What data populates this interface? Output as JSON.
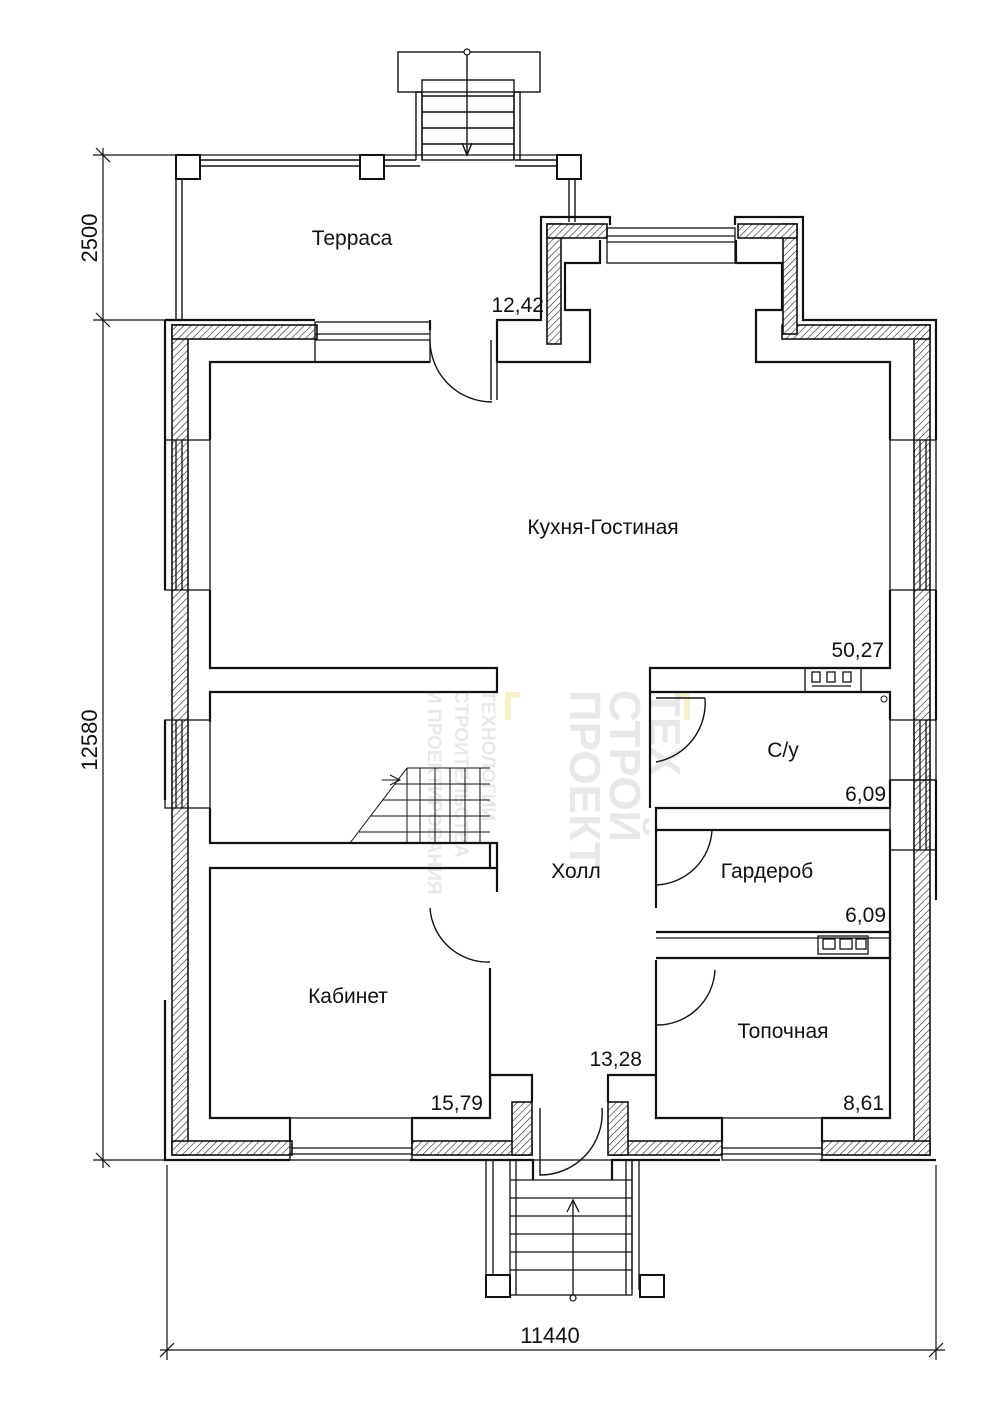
{
  "dimensions": {
    "width_total": "11440",
    "height_total": "12580",
    "terrace_depth": "2500"
  },
  "rooms": {
    "terrace": {
      "name": "Терраса",
      "area": "12,42"
    },
    "kitchen_living": {
      "name": "Кухня-Гостиная",
      "area": "50,27"
    },
    "bathroom": {
      "name": "С/у",
      "area": "6,09"
    },
    "wardrobe": {
      "name": "Гардероб",
      "area": "6,09"
    },
    "hall": {
      "name": "Холл",
      "area": "13,28"
    },
    "office": {
      "name": "Кабинет",
      "area": "15,79"
    },
    "boiler_room": {
      "name": "Топочная",
      "area": "8,61"
    }
  },
  "watermark": {
    "brand_lines": [
      "ТЕХ",
      "СТРОЙ",
      "ПРОЕКТ"
    ],
    "tagline_lines": [
      "ТЕХНОЛОГИИ",
      "СТРОИТЕЛЬСТВА",
      "И ПРОЕКТИРОВАНИЯ"
    ]
  },
  "colors": {
    "line": "#111111",
    "watermark_text": "#e6e6e6",
    "watermark_accent": "#f6efc4"
  }
}
